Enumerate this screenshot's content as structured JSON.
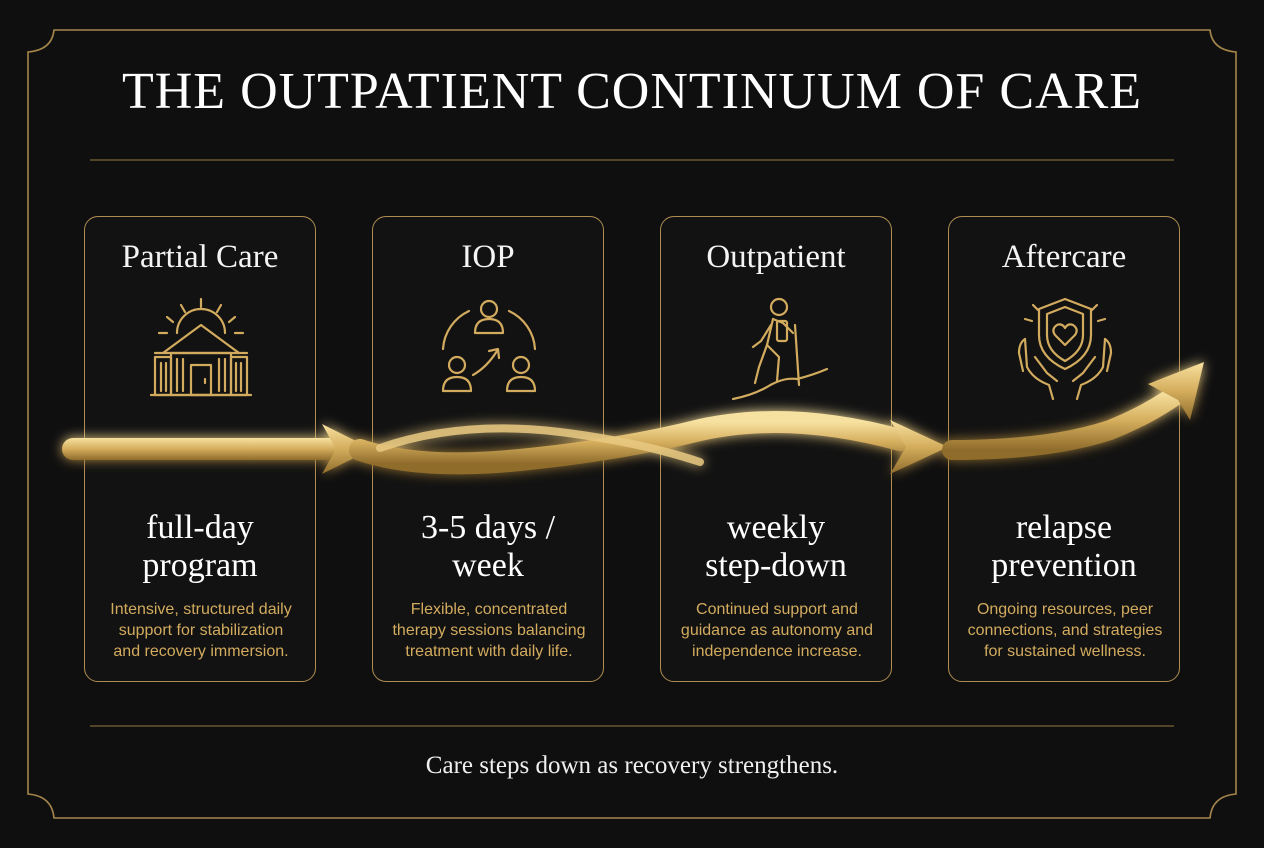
{
  "title": "THE OUTPATIENT CONTINUUM OF CARE",
  "footer": "Care steps down as recovery strengthens.",
  "colors": {
    "gold": "#c9a45c",
    "background": "#0f0f10",
    "text": "#ffffff"
  },
  "stages": [
    {
      "name": "Partial Care",
      "icon": "house-sunrise-icon",
      "headline": [
        "full-day",
        "program"
      ],
      "description": [
        "Intensive, structured daily",
        "support for stabilization",
        "and recovery immersion."
      ]
    },
    {
      "name": "IOP",
      "icon": "group-circle-icon",
      "headline": [
        "3-5 days /",
        "week"
      ],
      "description": [
        "Flexible, concentrated",
        "therapy sessions balancing",
        "treatment with daily life."
      ]
    },
    {
      "name": "Outpatient",
      "icon": "hiker-icon",
      "headline": [
        "weekly",
        "step-down"
      ],
      "description": [
        "Continued support and",
        "guidance as autonomy and",
        "independence increase."
      ]
    },
    {
      "name": "Aftercare",
      "icon": "hands-heart-shield-icon",
      "headline": [
        "relapse",
        "prevention"
      ],
      "description": [
        "Ongoing resources, peer",
        "connections, and strategies",
        "for sustained wellness."
      ]
    }
  ]
}
